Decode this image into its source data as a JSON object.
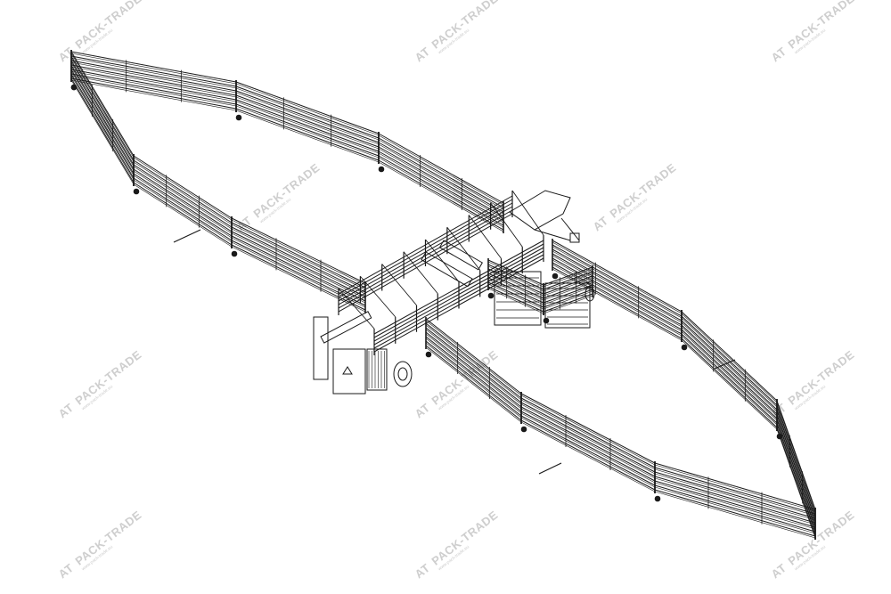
{
  "watermark": {
    "logo_letters": "AT",
    "brand": "PACK-TRADE",
    "tagline": "www.pack-trade.eu",
    "color": "#c9c9c9"
  },
  "drawing": {
    "subject": "cattle-yard-with-crush",
    "line_color": "#1a1a1a",
    "background": "#ffffff"
  }
}
